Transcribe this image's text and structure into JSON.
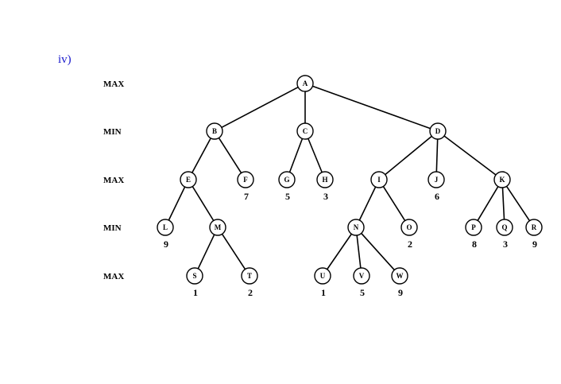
{
  "problem_label": "iv)",
  "levels": [
    "MAX",
    "MIN",
    "MAX",
    "MIN",
    "MAX"
  ],
  "nodes": [
    {
      "id": "A",
      "depth": 0
    },
    {
      "id": "B",
      "depth": 1
    },
    {
      "id": "C",
      "depth": 1
    },
    {
      "id": "D",
      "depth": 1
    },
    {
      "id": "E",
      "depth": 2
    },
    {
      "id": "F",
      "depth": 2,
      "value": "7"
    },
    {
      "id": "G",
      "depth": 2,
      "value": "5"
    },
    {
      "id": "H",
      "depth": 2,
      "value": "3"
    },
    {
      "id": "I",
      "depth": 2
    },
    {
      "id": "J",
      "depth": 2,
      "value": "6"
    },
    {
      "id": "K",
      "depth": 2
    },
    {
      "id": "L",
      "depth": 3,
      "value": "9"
    },
    {
      "id": "M",
      "depth": 3
    },
    {
      "id": "N",
      "depth": 3
    },
    {
      "id": "O",
      "depth": 3,
      "value": "2"
    },
    {
      "id": "P",
      "depth": 3,
      "value": "8"
    },
    {
      "id": "Q",
      "depth": 3,
      "value": "3"
    },
    {
      "id": "R",
      "depth": 3,
      "value": "9"
    },
    {
      "id": "S",
      "depth": 4,
      "value": "1"
    },
    {
      "id": "T",
      "depth": 4,
      "value": "2"
    },
    {
      "id": "U",
      "depth": 4,
      "value": "1"
    },
    {
      "id": "V",
      "depth": 4,
      "value": "5"
    },
    {
      "id": "W",
      "depth": 4,
      "value": "9"
    }
  ],
  "edges": [
    [
      "A",
      "B"
    ],
    [
      "A",
      "C"
    ],
    [
      "A",
      "D"
    ],
    [
      "B",
      "E"
    ],
    [
      "B",
      "F"
    ],
    [
      "C",
      "G"
    ],
    [
      "C",
      "H"
    ],
    [
      "D",
      "I"
    ],
    [
      "D",
      "J"
    ],
    [
      "D",
      "K"
    ],
    [
      "E",
      "L"
    ],
    [
      "E",
      "M"
    ],
    [
      "I",
      "N"
    ],
    [
      "I",
      "O"
    ],
    [
      "K",
      "P"
    ],
    [
      "K",
      "Q"
    ],
    [
      "K",
      "R"
    ],
    [
      "M",
      "S"
    ],
    [
      "M",
      "T"
    ],
    [
      "N",
      "U"
    ],
    [
      "N",
      "V"
    ],
    [
      "N",
      "W"
    ]
  ]
}
